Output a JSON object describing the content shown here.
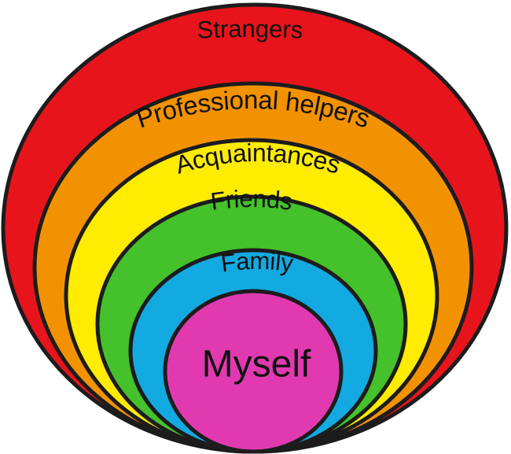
{
  "circles": [
    {
      "label": "Strangers",
      "color": "#e8141c"
    },
    {
      "label": "Professional helpers",
      "color": "#f39200"
    },
    {
      "label": "Acquaintances",
      "color": "#ffec00"
    },
    {
      "label": "Friends",
      "color": "#45c12b"
    },
    {
      "label": "Family",
      "color": "#13a9e1"
    },
    {
      "label": "Myself",
      "color": "#e13ab0"
    }
  ]
}
